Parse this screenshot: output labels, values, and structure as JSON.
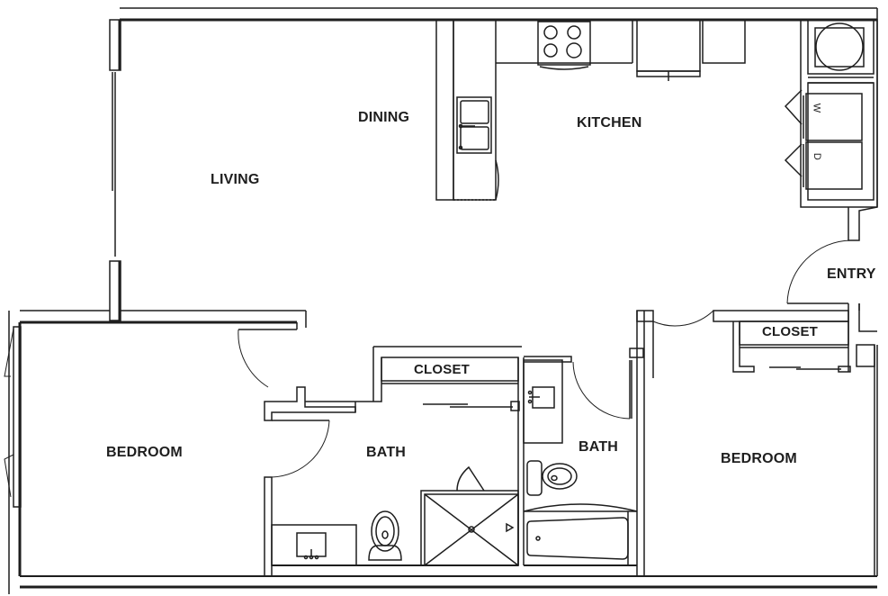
{
  "plan": {
    "rooms": [
      {
        "id": "living",
        "label": "LIVING"
      },
      {
        "id": "dining",
        "label": "DINING"
      },
      {
        "id": "kitchen",
        "label": "KITCHEN"
      },
      {
        "id": "entry",
        "label": "ENTRY"
      },
      {
        "id": "bedroom1",
        "label": "BEDROOM"
      },
      {
        "id": "bath1",
        "label": "BATH"
      },
      {
        "id": "closet1",
        "label": "CLOSET"
      },
      {
        "id": "bath2",
        "label": "BATH"
      },
      {
        "id": "bedroom2",
        "label": "BEDROOM"
      },
      {
        "id": "closet2",
        "label": "CLOSET"
      }
    ],
    "appliances": {
      "washer": "W",
      "dryer": "D"
    }
  },
  "colors": {
    "wall": "#1e1e1e",
    "background": "#ffffff"
  }
}
